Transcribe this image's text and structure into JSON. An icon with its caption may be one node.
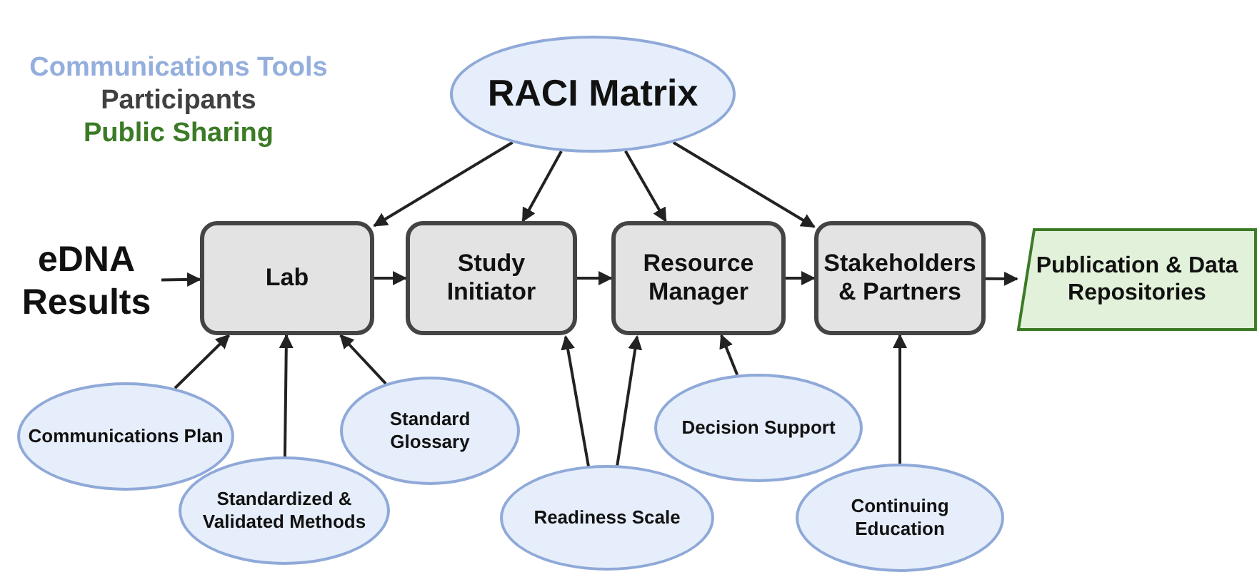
{
  "diagram": {
    "nodes": [
      {
        "text": [
          "RACI Matrix"
        ]
      },
      {
        "text": [
          "eDNA Results"
        ]
      },
      {
        "text": [
          "Lab"
        ]
      },
      {
        "text": [
          "Study Initiator"
        ]
      },
      {
        "text": [
          "Resource Manager"
        ]
      },
      {
        "text": [
          "Stakeholders & Partners"
        ]
      },
      {
        "text": [
          "Publication & Data Repositories"
        ]
      },
      {
        "text": [
          "Communications Plan"
        ]
      },
      {
        "text": [
          "Standardized & Validated Methods"
        ]
      },
      {
        "text": [
          "Standard Glossary"
        ]
      },
      {
        "text": [
          "Readiness Scale"
        ]
      },
      {
        "text": [
          "Decision Support"
        ]
      },
      {
        "text": [
          "Continuing Education"
        ]
      }
    ],
    "edges": [
      {
        "from": 0,
        "to": 2,
        "arrow": "to"
      },
      {
        "from": 0,
        "to": 3,
        "arrow": "to"
      },
      {
        "from": 0,
        "to": 4,
        "arrow": "to"
      },
      {
        "from": 0,
        "to": 5,
        "arrow": "to"
      },
      {
        "from": 1,
        "to": 2,
        "arrow": "to"
      },
      {
        "from": 2,
        "to": 3,
        "arrow": "to"
      },
      {
        "from": 3,
        "to": 4,
        "arrow": "to"
      },
      {
        "from": 4,
        "to": 5,
        "arrow": "to"
      },
      {
        "from": 5,
        "to": 6,
        "arrow": "to"
      },
      {
        "from": 7,
        "to": 2,
        "arrow": "to"
      },
      {
        "from": 8,
        "to": 2,
        "arrow": "to"
      },
      {
        "from": 9,
        "to": 2,
        "arrow": "to"
      },
      {
        "from": 10,
        "to": 3,
        "arrow": "to"
      },
      {
        "from": 10,
        "to": 4,
        "arrow": "to"
      },
      {
        "from": 11,
        "to": 4,
        "arrow": "to"
      },
      {
        "from": 12,
        "to": 5,
        "arrow": "to"
      }
    ],
    "legend": [
      {
        "text": "Communications Tools",
        "color": "#94afdd"
      },
      {
        "text": "Participants",
        "color": "#404040"
      },
      {
        "text": "Public Sharing",
        "color": "#3b7a26"
      }
    ]
  }
}
